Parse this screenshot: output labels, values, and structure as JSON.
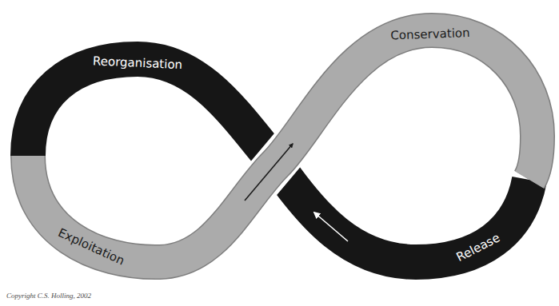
{
  "diagram": {
    "nodes": [
      {
        "text": [
          "Reorganisation"
        ]
      },
      {
        "text": [
          "Conservation"
        ]
      },
      {
        "text": [
          "Exploitation"
        ]
      },
      {
        "text": [
          "Release"
        ]
      }
    ],
    "labels": [
      "Copyright C.S. Holling, 2002"
    ]
  }
}
